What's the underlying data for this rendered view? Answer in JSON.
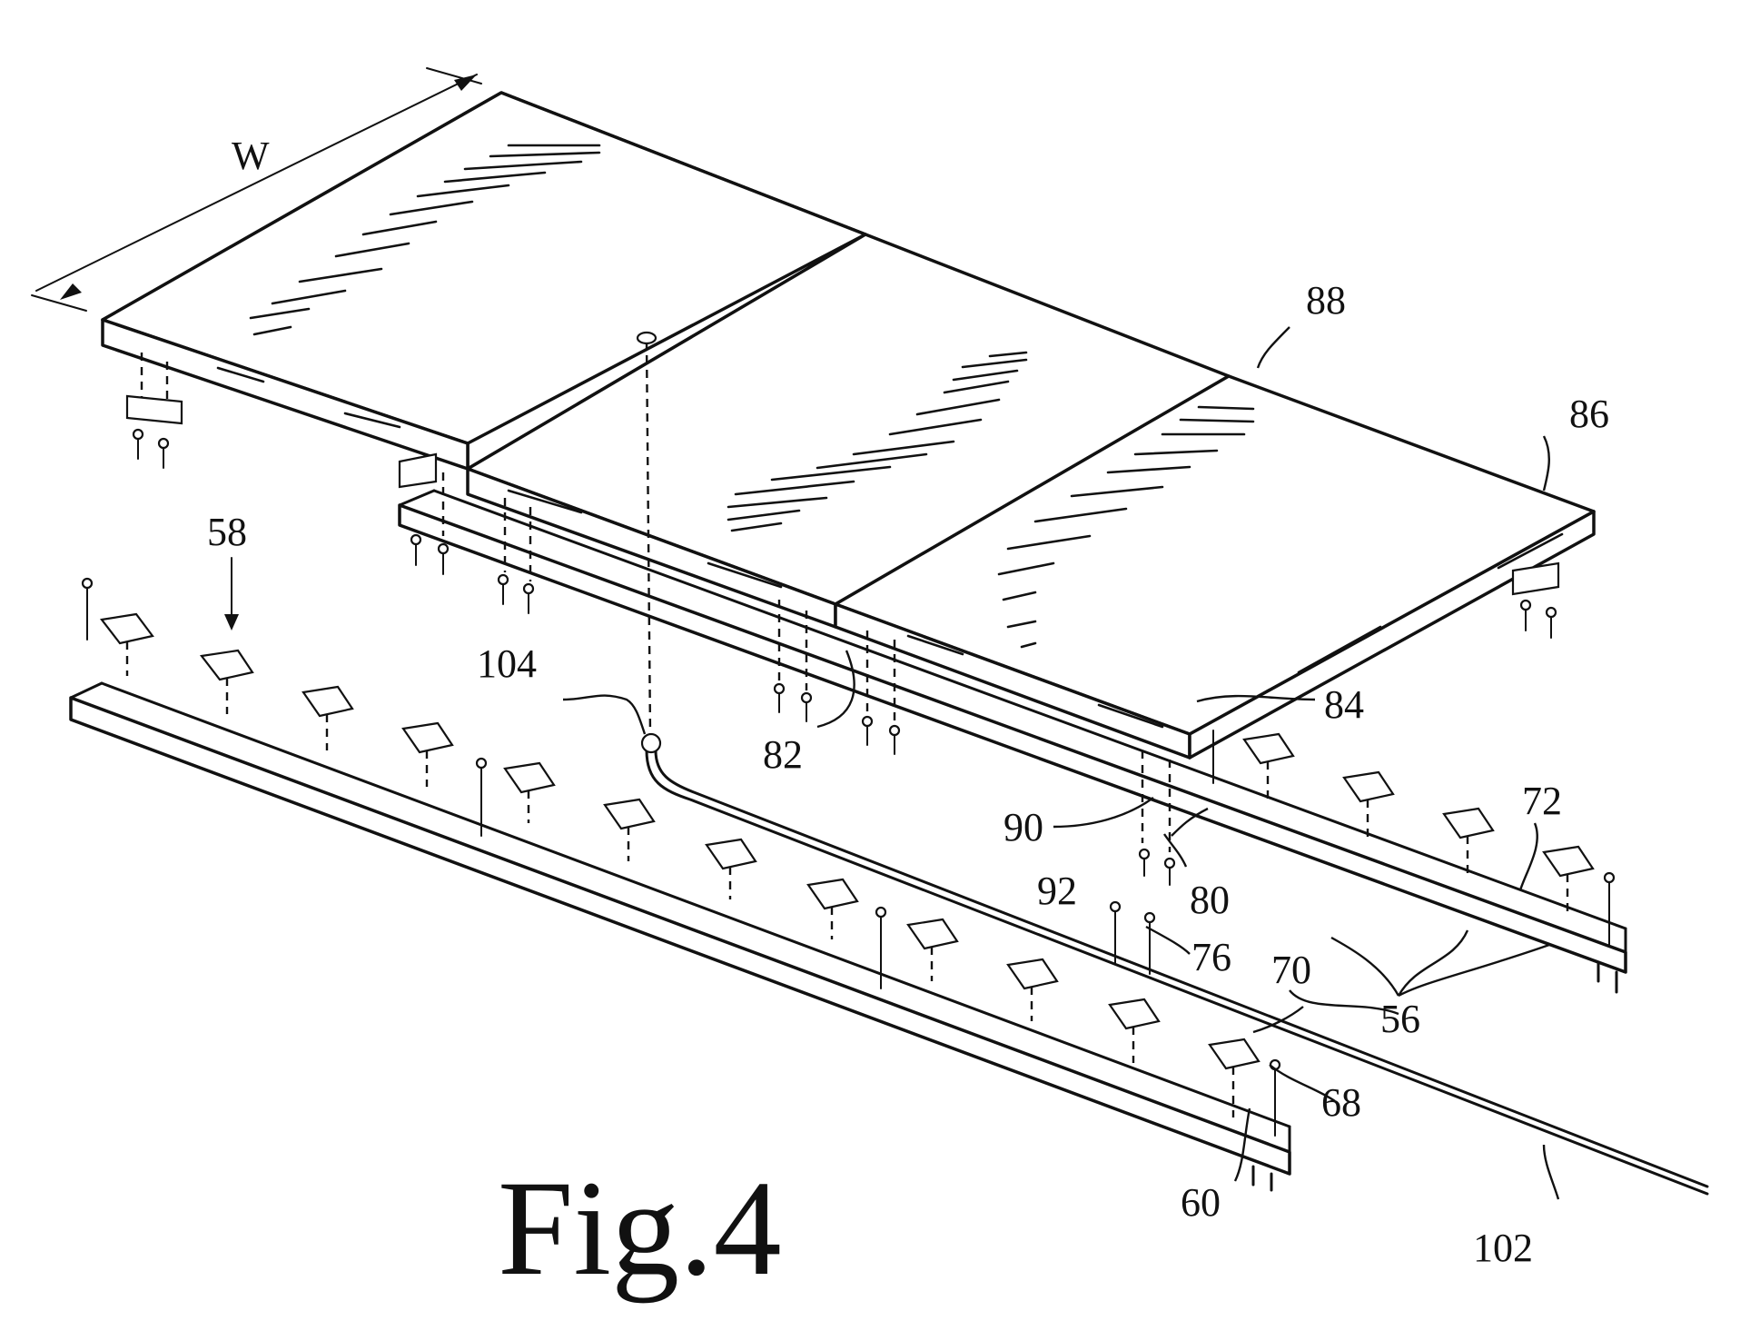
{
  "figure": {
    "caption": "Fig.4"
  },
  "dimension": {
    "width_label": "W"
  },
  "reference_numerals": {
    "r58": "58",
    "r104": "104",
    "r88": "88",
    "r86": "86",
    "r82": "82",
    "r84": "84",
    "r90": "90",
    "r92": "92",
    "r80": "80",
    "r72": "72",
    "r76": "76",
    "r70": "70",
    "r56": "56",
    "r68": "68",
    "r60": "60",
    "r102": "102"
  },
  "colors": {
    "ink": "#111111",
    "background": "#ffffff"
  }
}
